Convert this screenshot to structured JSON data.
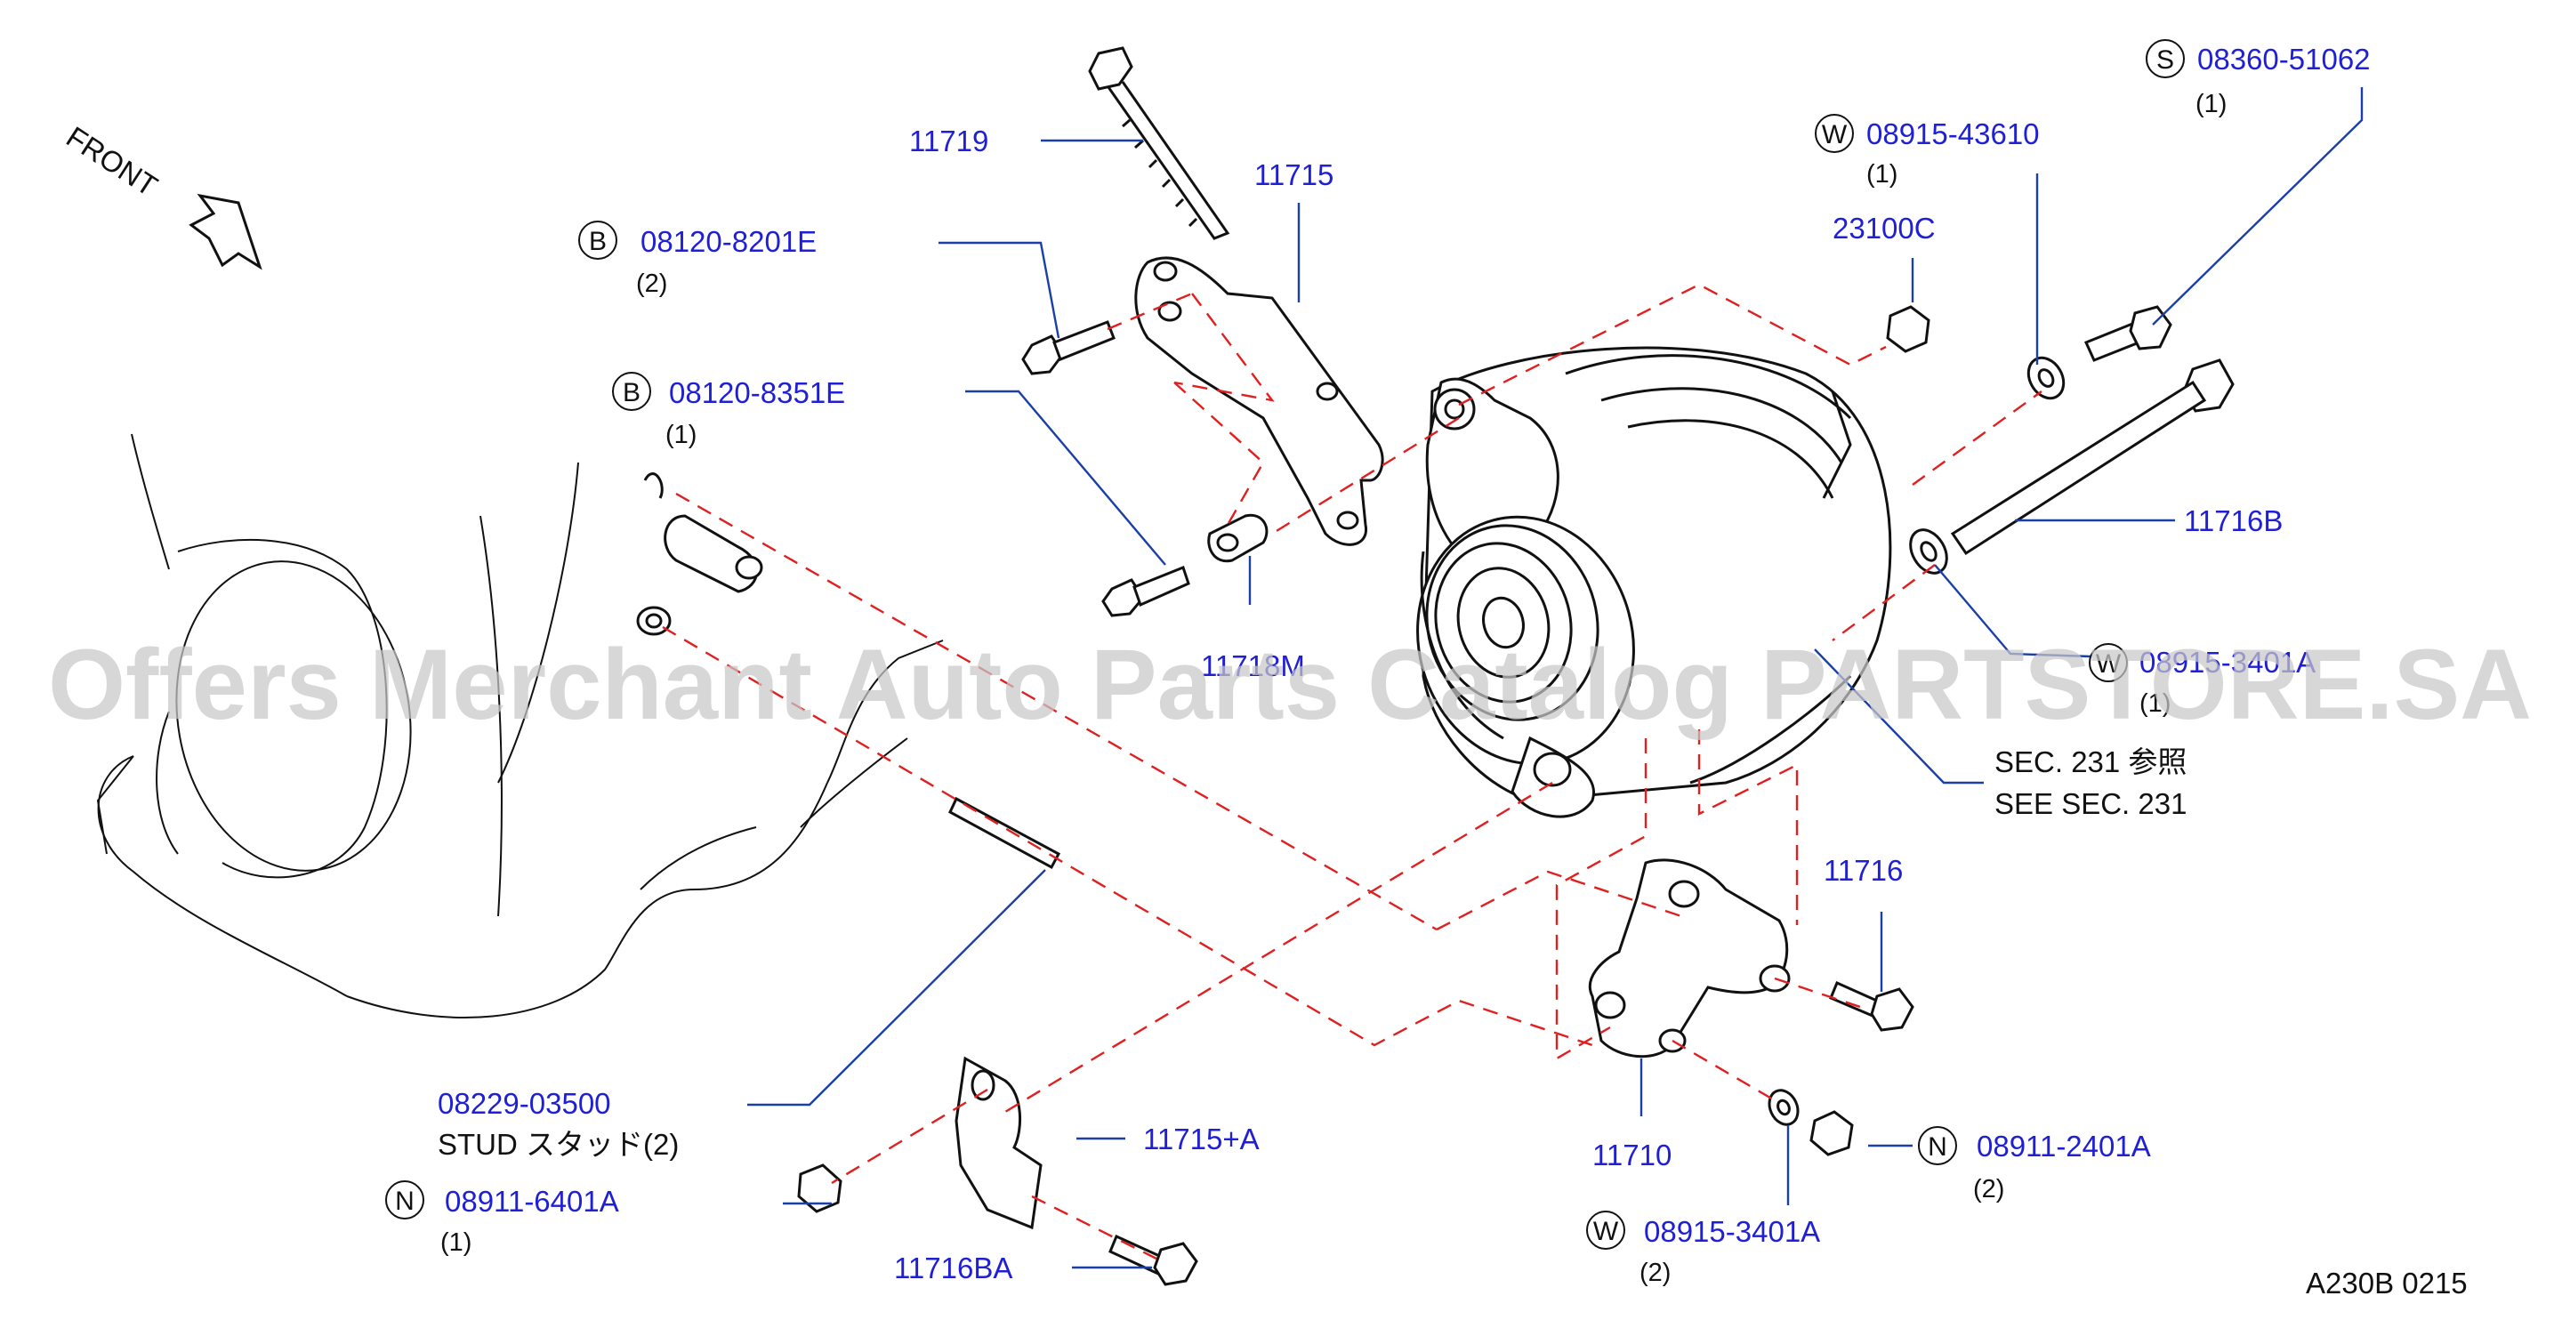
{
  "diagram": {
    "front_label": "FRONT",
    "ref_code": "A230B  0215",
    "watermark": "Offers Merchant Auto Parts Catalog PARTSTORE.SA",
    "see_section_1": "SEC.  231     参照",
    "see_section_2": "SEE   SEC.  231",
    "stud_desc": "STUD    スタッド(2)",
    "callouts": {
      "p11719": "11719",
      "p11715": "11715",
      "p23100c": "23100C",
      "p11716b": "11716B",
      "p11718m": "11718M",
      "p11716": "11716",
      "p11710": "11710",
      "p11715a": "11715+A",
      "p11716ba": "11716BA",
      "p08229": "08229-03500"
    },
    "fasteners": [
      {
        "prefix": "S",
        "part": "08360-51062",
        "qty": "(1)"
      },
      {
        "prefix": "W",
        "part": "08915-43610",
        "qty": "(1)"
      },
      {
        "prefix": "B",
        "part": "08120-8201E",
        "qty": "(2)"
      },
      {
        "prefix": "B",
        "part": "08120-8351E",
        "qty": "(1)"
      },
      {
        "prefix": "W",
        "part": "08915-3401A",
        "qty": "(1)"
      },
      {
        "prefix": "N",
        "part": "08911-2401A",
        "qty": "(2)"
      },
      {
        "prefix": "W",
        "part": "08915-3401A",
        "qty": "(2)"
      },
      {
        "prefix": "N",
        "part": "08911-6401A",
        "qty": "(1)"
      }
    ]
  }
}
